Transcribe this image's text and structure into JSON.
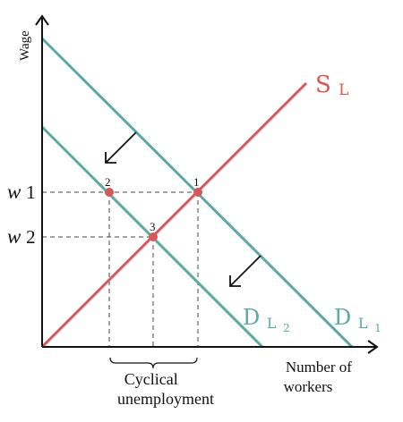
{
  "diagram": {
    "y_axis_label": "Wage",
    "x_axis_label_line1": "Number of",
    "x_axis_label_line2": "workers",
    "w1_label": {
      "base": "w",
      "sub": "1"
    },
    "w2_label": {
      "base": "w",
      "sub": "2"
    },
    "supply_label": {
      "base": "S",
      "sub": "L"
    },
    "demand1_label": {
      "base": "D",
      "sub_base": "L",
      "sub_sub": "1"
    },
    "demand2_label": {
      "base": "D",
      "sub_base": "L",
      "sub_sub": "2"
    },
    "point_labels": [
      "1",
      "2",
      "3"
    ],
    "brace_label_line1": "Cyclical",
    "brace_label_line2": "unemployment",
    "colors": {
      "supply": "#d9575a",
      "demand": "#5aaaa4",
      "axis": "#111111",
      "guide": "#444444",
      "text": "#111111"
    }
  }
}
